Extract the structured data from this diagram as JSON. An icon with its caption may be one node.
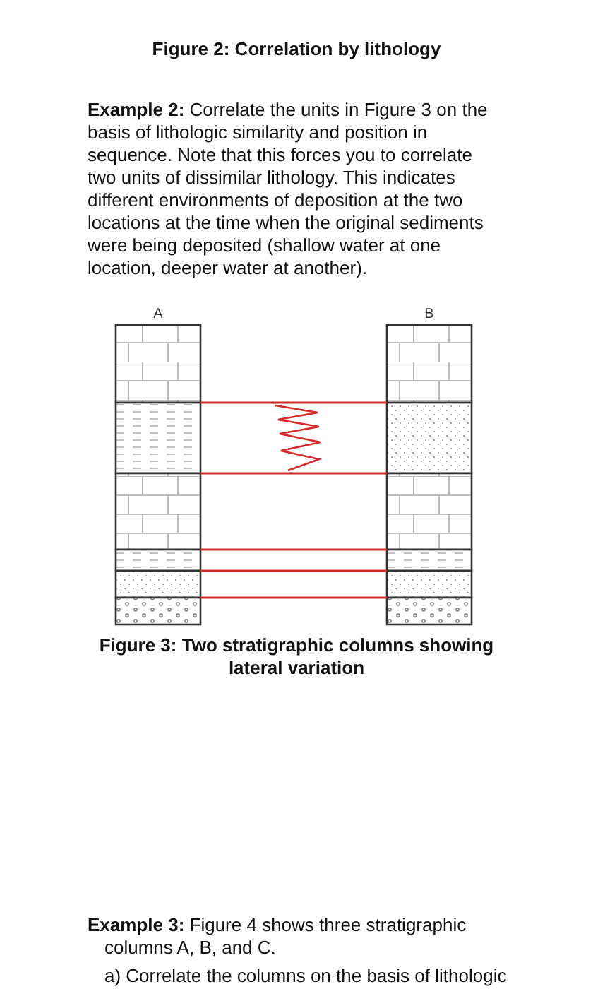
{
  "diagram": {
    "title": "Figure 2: Correlation by lithology",
    "caption": "Figure 3: Two stratigraphic columns showing lateral variation",
    "nodes": [
      {
        "text": [
          "A"
        ]
      },
      {
        "text": [
          "B"
        ]
      }
    ],
    "edges": [
      {
        "from": 0,
        "to": 1,
        "arrow": "none"
      },
      {
        "from": 0,
        "to": 1,
        "arrow": "none"
      },
      {
        "from": 0,
        "to": 1,
        "arrow": "none"
      },
      {
        "from": 0,
        "to": 1,
        "arrow": "none"
      },
      {
        "from": 0,
        "to": 1,
        "arrow": "none"
      }
    ],
    "labels": [
      "**Example 2:** Correlate the units in Figure 3 on the basis of lithologic similarity and position in sequence. Note that this forces you to correlate two units of dissimilar lithology. This indicates different environments of deposition at the two locations at the time when the original sediments were being deposited (shallow water at one location, deeper water at another).",
      "**Example 3:** Figure 4 shows three stratigraphic columns A, B, and C.",
      "a) Correlate the columns on the basis of lithologic"
    ]
  }
}
